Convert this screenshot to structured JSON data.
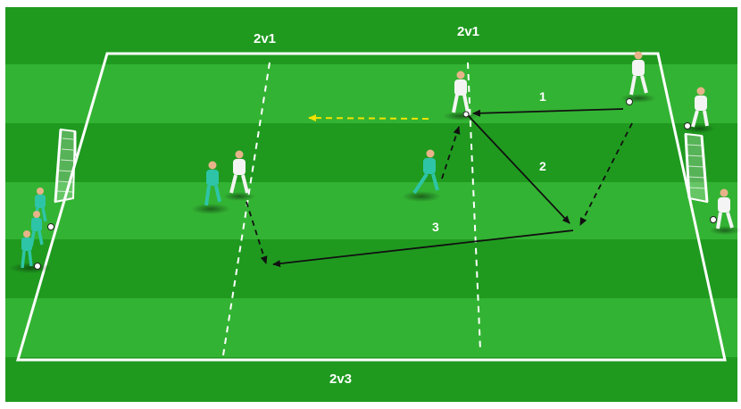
{
  "zone_labels": {
    "top_left": "2v1",
    "top_right": "2v1",
    "bottom": "2v3"
  },
  "sequence_labels": {
    "pass_1": "1",
    "pass_2": "2",
    "pass_3": "3"
  },
  "colors": {
    "pitch_dark": "#1f9a1f",
    "pitch_light": "#33b333",
    "lines": "#ffffff",
    "pass_arrow": "#111111",
    "yellow_arrow": "#f2e200",
    "team_teal": "#2ec4a8",
    "team_white": "#f4f4f4"
  }
}
